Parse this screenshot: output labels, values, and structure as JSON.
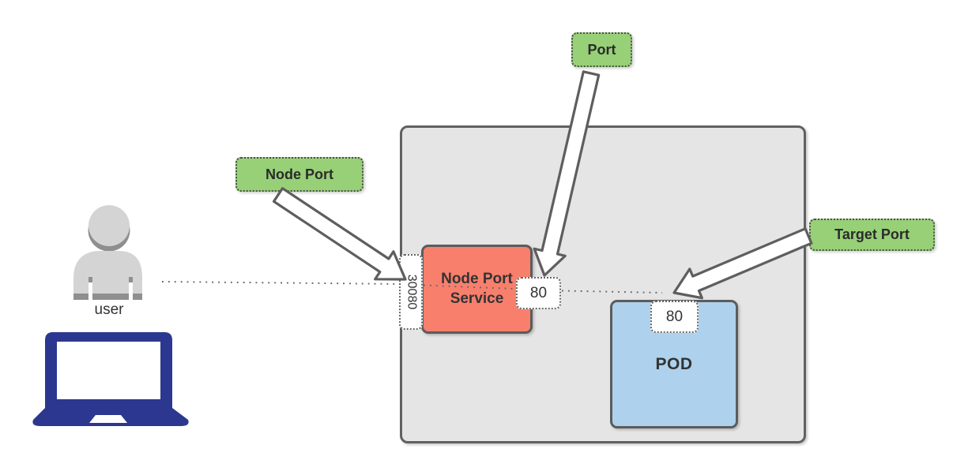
{
  "user": {
    "label": "user"
  },
  "annotations": {
    "node_port": {
      "label": "Node Port"
    },
    "port": {
      "label": "Port"
    },
    "target_port": {
      "label": "Target Port"
    }
  },
  "node": {
    "service": {
      "name_line1": "Node Port",
      "name_line2": "Service",
      "node_port_value": "30080",
      "port_value": "80"
    },
    "pod": {
      "name": "POD",
      "target_port_value": "80"
    }
  },
  "colors": {
    "label_green": "#97d077",
    "service_salmon": "#f97f6d",
    "pod_blue": "#aed2ed",
    "node_gray": "#e5e5e5",
    "outline_gray": "#616161",
    "laptop_navy": "#2c388f",
    "user_gray_light": "#d4d4d4",
    "user_gray_dark": "#8f8f8f",
    "text_dark": "#333333"
  }
}
